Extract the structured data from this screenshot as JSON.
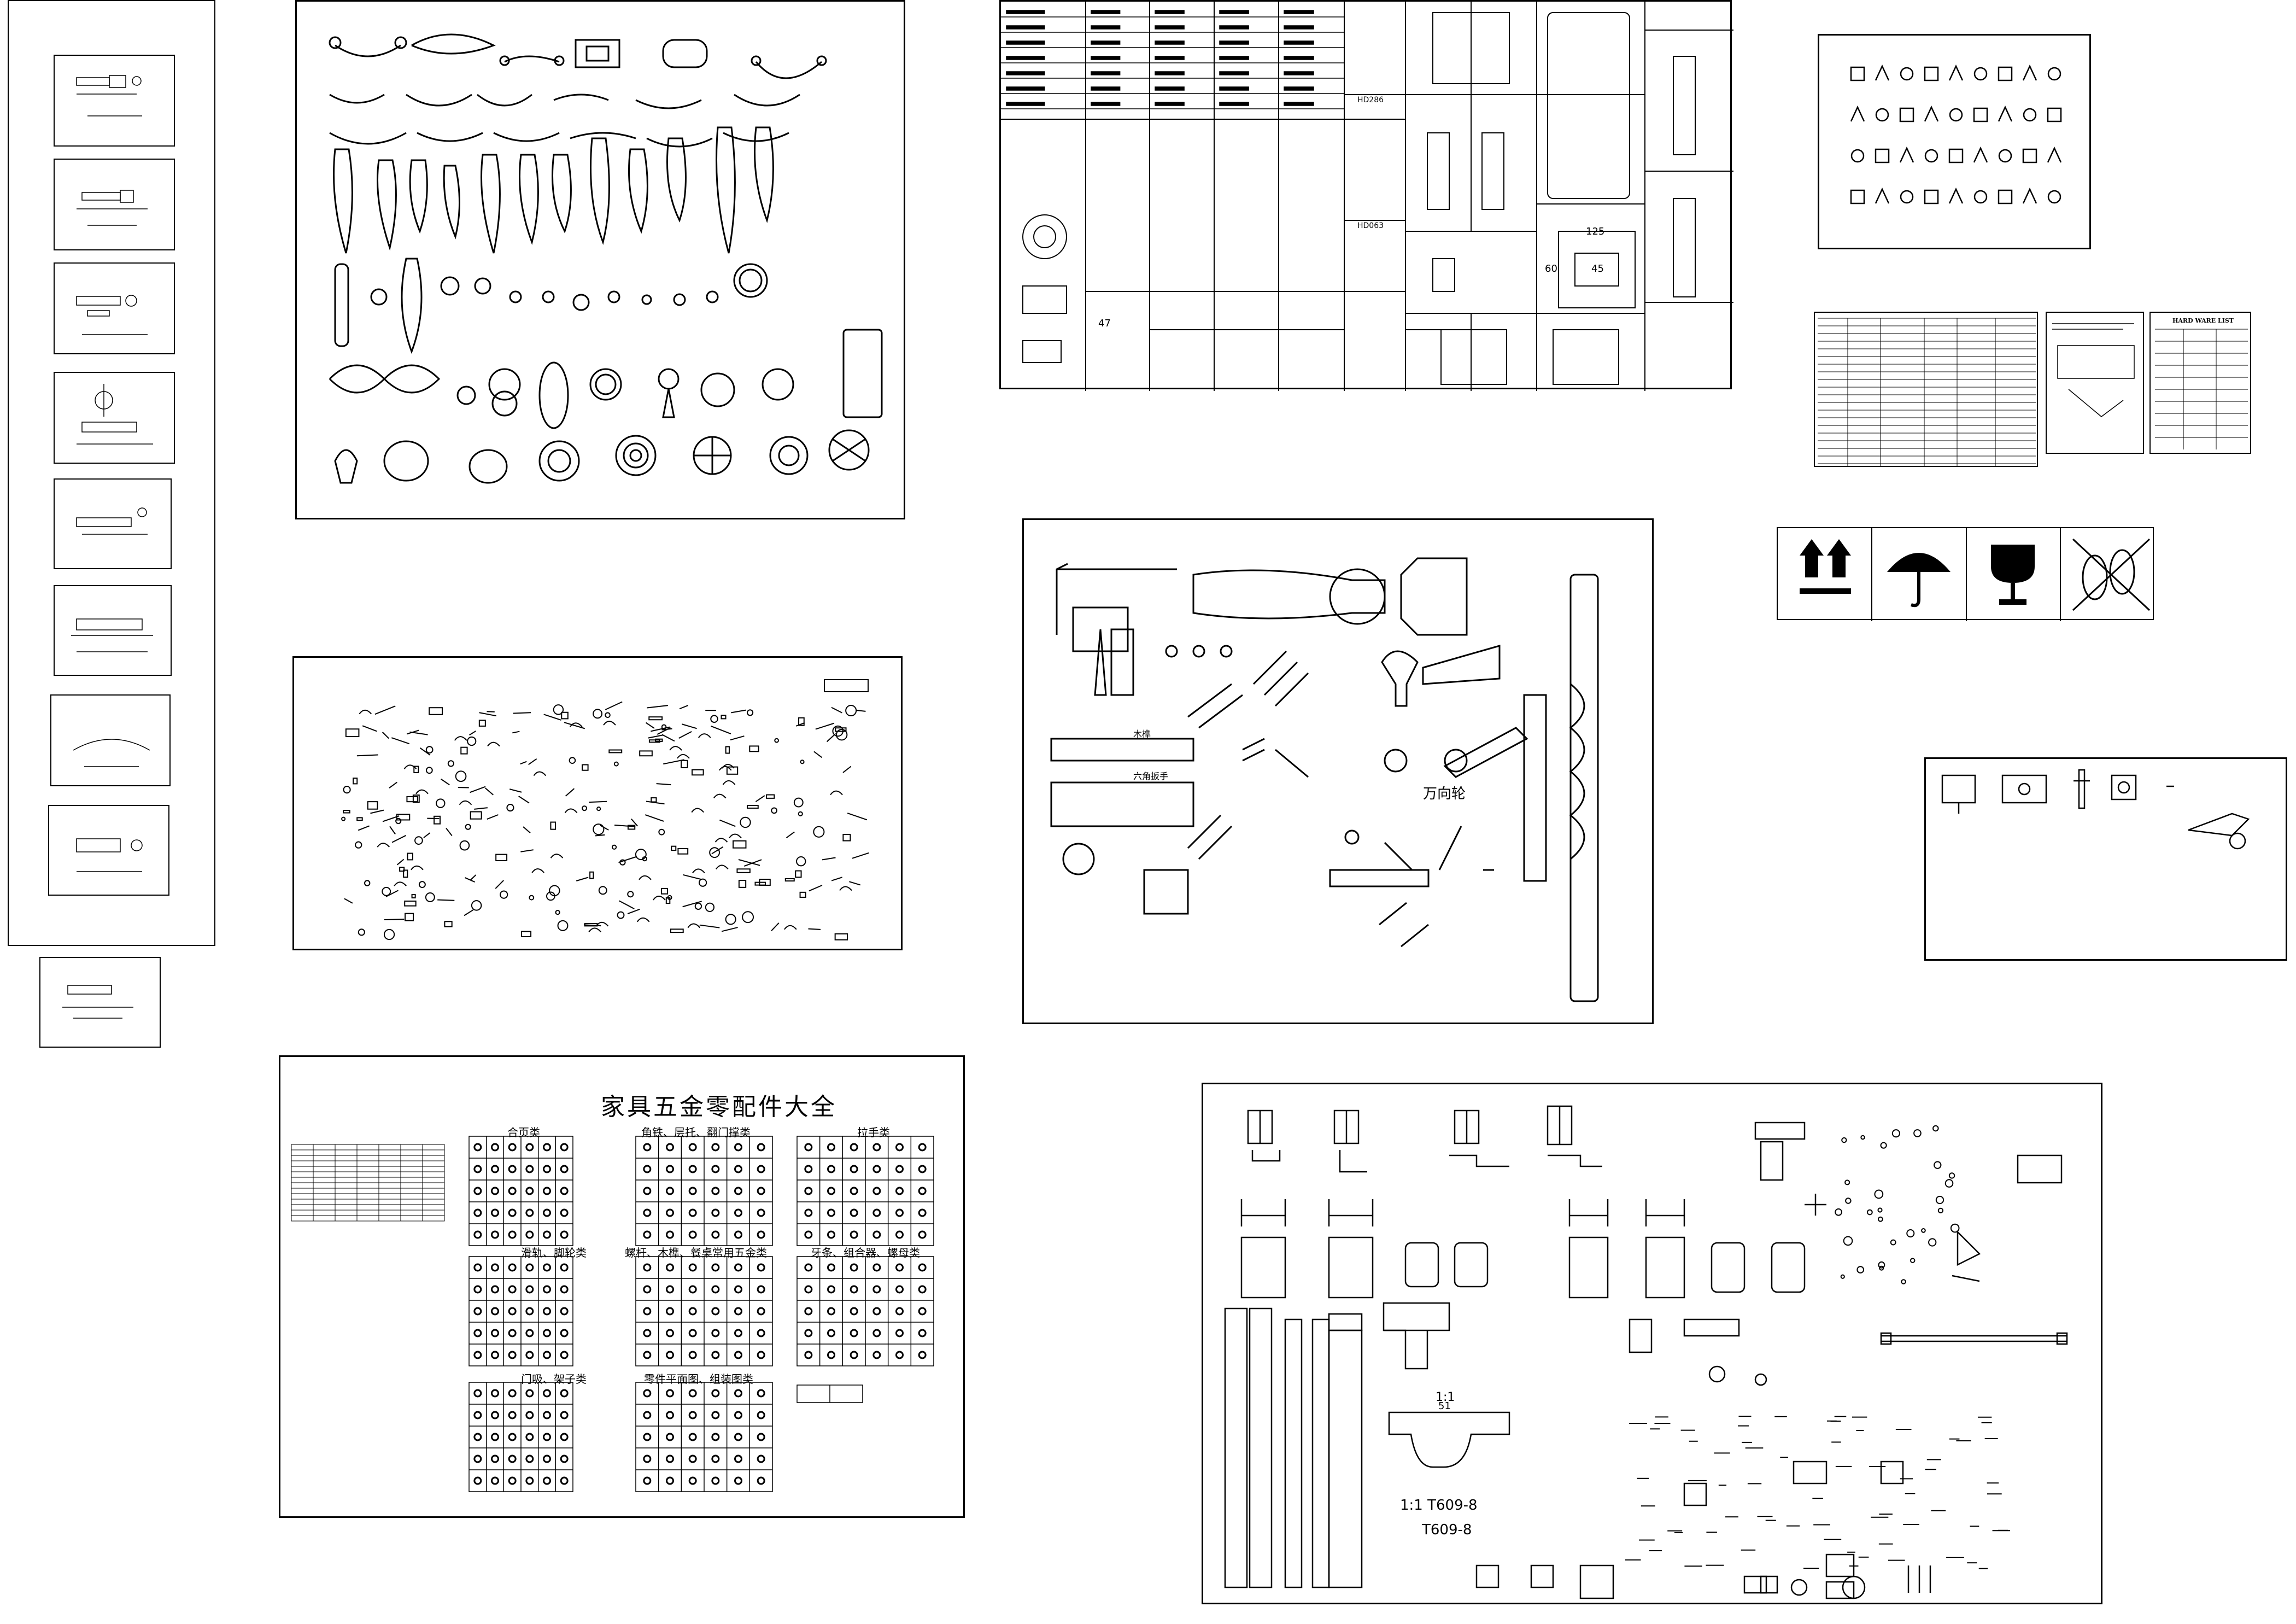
{
  "main_title": "家具五金零配件大全",
  "categories": [
    {
      "label": "合页类"
    },
    {
      "label": "角铁、层托、翻门撑类"
    },
    {
      "label": "拉手类"
    },
    {
      "label": "滑轨、脚轮类"
    },
    {
      "label": "螺杆、木榫、餐桌常用五金类"
    },
    {
      "label": "牙条、组合器、螺母类"
    },
    {
      "label": "门吸、架子类"
    },
    {
      "label": "零件平面图、组装图类"
    }
  ],
  "hardware_labels": {
    "universal_wheel": "万向轮",
    "hinge_section": "HD286",
    "hinge_section_2": "HD063",
    "dowel_label": "木榫",
    "connector_label": "六角扳手",
    "dim_125": "125",
    "dim_45": "45",
    "dim_60": "60",
    "dim_47": "47",
    "scale_1_1": "1:1",
    "part_t609": "T609-8",
    "part_t609_b": "T609-8",
    "scale_label": "1:1",
    "dim_51": "51",
    "hard_ware_list": "HARD WARE LIST"
  },
  "packaging_symbols": [
    {
      "name": "this-way-up"
    },
    {
      "name": "keep-dry"
    },
    {
      "name": "fragile"
    },
    {
      "name": "do-not-step"
    }
  ]
}
